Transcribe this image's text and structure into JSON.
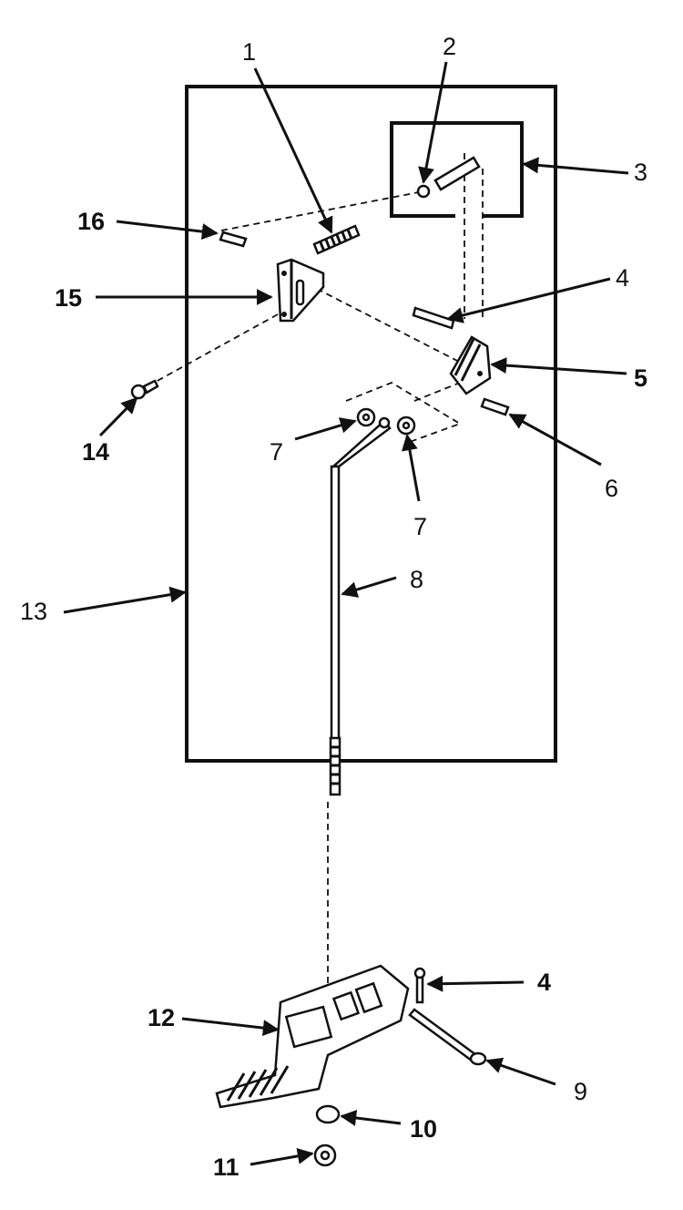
{
  "callouts": {
    "c1": "1",
    "c2": "2",
    "c3": "3",
    "c4a": "4",
    "c4b": "4",
    "c5": "5",
    "c6": "6",
    "c7a": "7",
    "c7b": "7",
    "c8": "8",
    "c9": "9",
    "c10": "10",
    "c11": "11",
    "c12": "12",
    "c13": "13",
    "c14": "14",
    "c15": "15",
    "c16": "16"
  }
}
